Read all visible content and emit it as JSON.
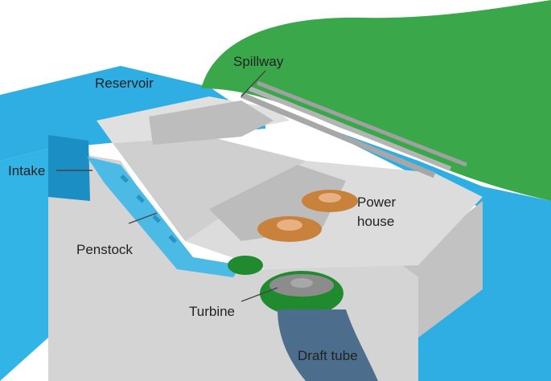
{
  "labels": {
    "spillway": "Spillway",
    "reservoir": "Reservoir",
    "intake": "Intake",
    "power_house_line1": "Power",
    "power_house_line2": "house",
    "penstock": "Penstock",
    "turbine": "Turbine",
    "draft_tube": "Draft tube"
  },
  "colors": {
    "water": "#2eaee3",
    "water_dark": "#1b8fc4",
    "hill": "#3aa84a",
    "concrete": "#d8d8d8",
    "concrete_shade": "#b9b9b9",
    "generator": "#c8823c",
    "turbine_green": "#1f8a2e",
    "draft_tube": "#4c6e8c"
  }
}
